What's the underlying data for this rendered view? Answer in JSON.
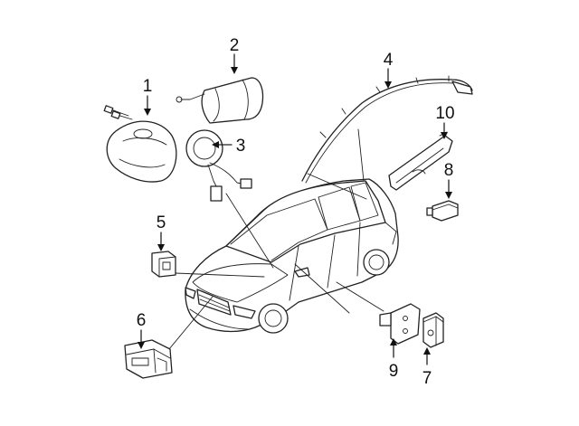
{
  "callouts": {
    "c1": "1",
    "c2": "2",
    "c3": "3",
    "c4": "4",
    "c5": "5",
    "c6": "6",
    "c7": "7",
    "c8": "8",
    "c9": "9",
    "c10": "10"
  },
  "parts": [
    {
      "id": 1,
      "icon": "driver-airbag-module-icon"
    },
    {
      "id": 2,
      "icon": "passenger-airbag-module-icon"
    },
    {
      "id": 3,
      "icon": "clockspring-icon"
    },
    {
      "id": 4,
      "icon": "curtain-airbag-icon"
    },
    {
      "id": 5,
      "icon": "diagnosis-sensor-icon"
    },
    {
      "id": 6,
      "icon": "control-module-icon"
    },
    {
      "id": 7,
      "icon": "side-impact-sensor-icon"
    },
    {
      "id": 8,
      "icon": "front-impact-sensor-icon"
    },
    {
      "id": 9,
      "icon": "sensor-bracket-icon"
    },
    {
      "id": 10,
      "icon": "seat-airbag-icon"
    }
  ],
  "colors": {
    "line": "#222222",
    "background": "#ffffff"
  }
}
